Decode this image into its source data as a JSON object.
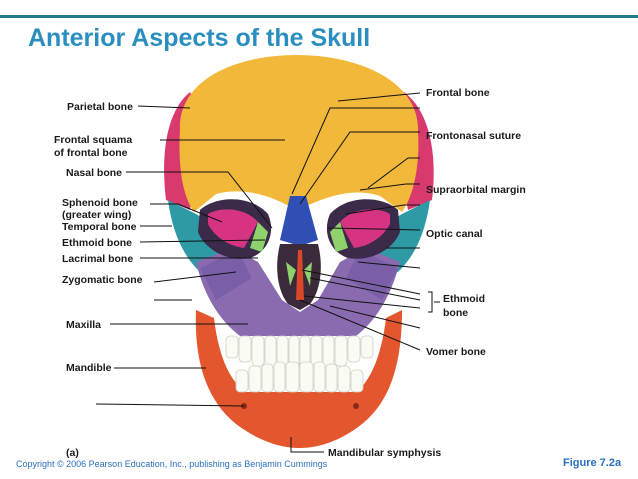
{
  "title": "Anterior Aspects of the Skull",
  "labels": {
    "parietal_bone": "Parietal bone",
    "frontal_squama_1": "Frontal  squama",
    "frontal_squama_2": "of frontal bone",
    "nasal_bone": "Nasal bone",
    "sphenoid_1": "Sphenoid bone",
    "sphenoid_2": "(greater wing)",
    "temporal_bone": "Temporal bone",
    "ethmoid_bone_left": "Ethmoid bone",
    "lacrimal_bone": "Lacrimal bone",
    "zygomatic_bone": "Zygomatic bone",
    "maxilla": "Maxilla",
    "mandible": "Mandible",
    "frontal_bone": "Frontal bone",
    "frontonasal_suture": "Frontonasal suture",
    "supraorbital_margin": "Supraorbital margin",
    "optic_canal": "Optic canal",
    "ethmoid_right_1": "Ethmoid",
    "ethmoid_right_2": "bone",
    "vomer_bone": "Vomer bone",
    "mandibular_symphysis": "Mandibular symphysis",
    "panel": "(a)"
  },
  "footer": {
    "copyright": "Copyright © 2006 Pearson Education, Inc., publishing as Benjamin Cummings",
    "figure": "Figure 7.2a"
  },
  "colors": {
    "title": "#2a8fbf",
    "frontal": "#f2b83a",
    "parietal": "#d83a6e",
    "sphenoid": "#d63483",
    "temporal": "#2d9aa6",
    "zygomatic": "#7a5fa8",
    "maxilla": "#8a6bb0",
    "mandible": "#e4572e",
    "nasal": "#2f4fb5",
    "ethmoid": "#8fd16a",
    "vomer": "#d9482b"
  }
}
